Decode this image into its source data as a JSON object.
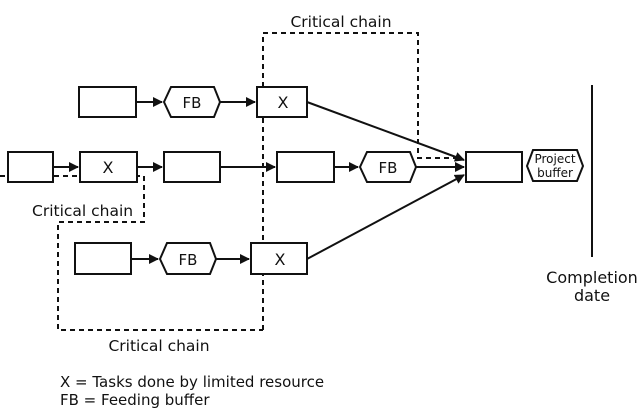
{
  "diagram": {
    "critical_chain_labels": [
      "Critical chain",
      "Critical chain",
      "Critical chain"
    ],
    "task_x_label": "X",
    "feeding_buffer_label": "FB",
    "project_buffer_label": [
      "Project",
      "buffer"
    ],
    "completion_label": [
      "Completion",
      "date"
    ],
    "legend": [
      "X = Tasks done by limited resource",
      "FB = Feeding buffer"
    ]
  }
}
